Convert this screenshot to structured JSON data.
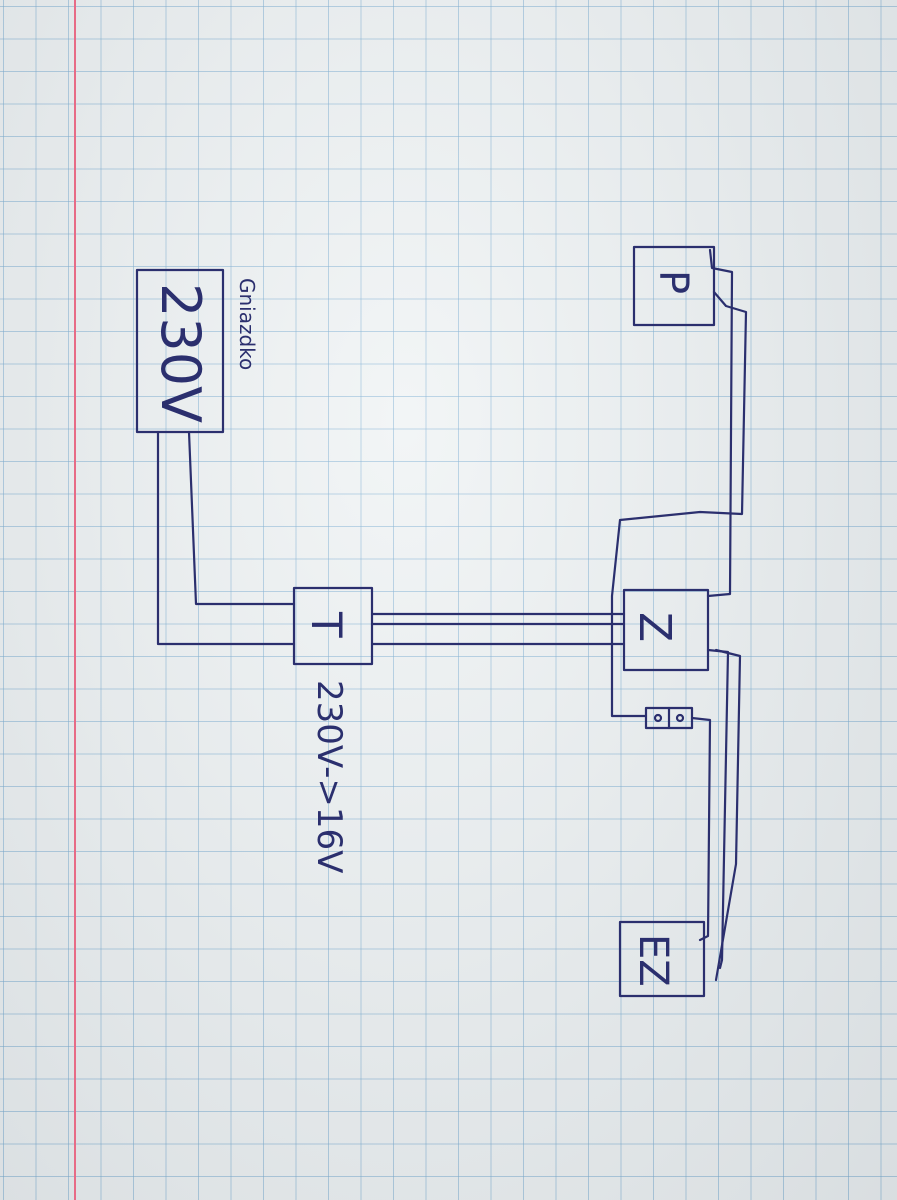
{
  "colors": {
    "ink": "#2b2f6e",
    "margin": "#e76b86",
    "grid": "#6ea5cd",
    "paper": "#eef2f3"
  },
  "source": {
    "label": "Gniazdko",
    "voltage": "230V"
  },
  "transformer": {
    "label": "T",
    "rating": "230V->16V"
  },
  "nodes": {
    "p": {
      "label": "P"
    },
    "z": {
      "label": "Z"
    },
    "ez": {
      "label": "EZ"
    }
  },
  "connector": {
    "name": "connector-block"
  }
}
